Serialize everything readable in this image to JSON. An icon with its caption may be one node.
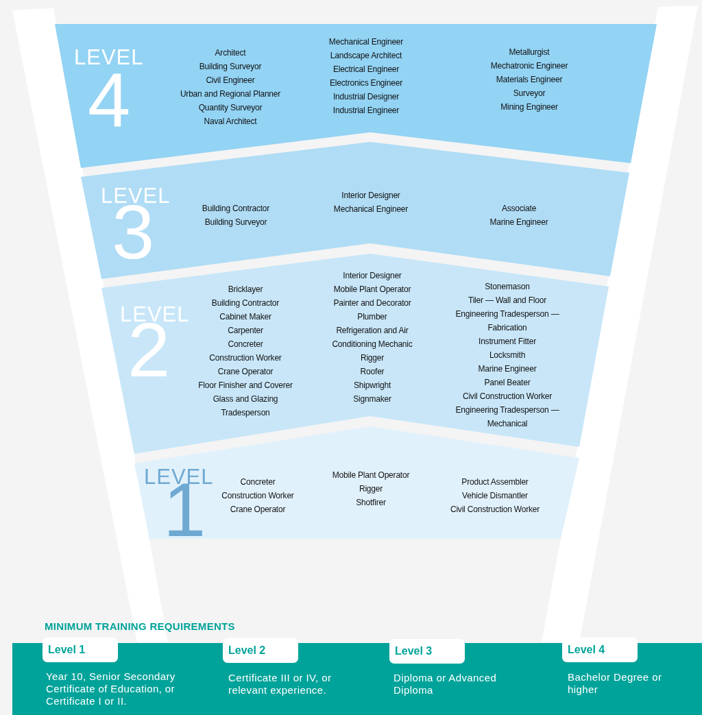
{
  "diagram": {
    "nodes": [
      {
        "text": [
          "LEVEL",
          "4",
          "Architect",
          "Building Surveyor",
          "Civil Engineer",
          "Urban and Regional Planner",
          "Quantity Surveyor",
          "Naval Architect",
          "Mechanical Engineer",
          "Landscape Architect",
          "Electrical Engineer",
          "Electronics Engineer",
          "Industrial Designer",
          "Industrial Engineer",
          "Metallurgist",
          "Mechatronic Engineer",
          "Materials Engineer",
          "Surveyor",
          "Mining Engineer"
        ]
      },
      {
        "text": [
          "LEVEL",
          "3",
          "Building Contractor",
          "Building Surveyor",
          "Interior Designer",
          "Mechanical Engineer",
          "Associate",
          "Marine Engineer"
        ]
      },
      {
        "text": [
          "LEVEL",
          "2",
          "Bricklayer",
          "Building Contractor",
          "Cabinet Maker",
          "Carpenter",
          "Concreter",
          "Construction Worker",
          "Crane Operator",
          "Floor Finisher and Coverer",
          "Glass and Glazing Tradesperson",
          "Interior Designer",
          "Mobile Plant Operator",
          "Painter and Decorator",
          "Plumber",
          "Refrigeration and Air Conditioning Mechanic",
          "Rigger",
          "Roofer",
          "Shipwright",
          "Signmaker",
          "Stonemason",
          "Tiler — Wall and Floor",
          "Engineering Tradesperson — Fabrication",
          "Instrument Fitter",
          "Locksmith",
          "Marine Engineer",
          "Panel Beater",
          "Civil Construction Worker",
          "Engineering Tradesperson — Mechanical"
        ]
      },
      {
        "text": [
          "LEVEL",
          "1",
          "Concreter",
          "Construction Worker",
          "Crane Operator",
          "Mobile Plant Operator",
          "Rigger",
          "Shotfirer",
          "Product Assembler",
          "Vehicle Dismantler",
          "Civil Construction Worker"
        ]
      },
      {
        "text": [
          "MINIMUM TRAINING REQUIREMENTS"
        ]
      },
      {
        "text": [
          "Level 1"
        ],
        "in": 4,
        "beside": [
          "Year 10, Senior Secondary Certificate of Education, or Certificate I or II."
        ]
      },
      {
        "text": [
          "Level 2"
        ],
        "in": 4,
        "beside": [
          "Certificate III or IV, or relevant experience."
        ]
      },
      {
        "text": [
          "Level 3"
        ],
        "in": 4,
        "beside": [
          "Diploma or Advanced Diploma"
        ]
      },
      {
        "text": [
          "Level 4"
        ],
        "in": 4,
        "beside": [
          "Bachelor Degree or higher"
        ]
      }
    ]
  }
}
